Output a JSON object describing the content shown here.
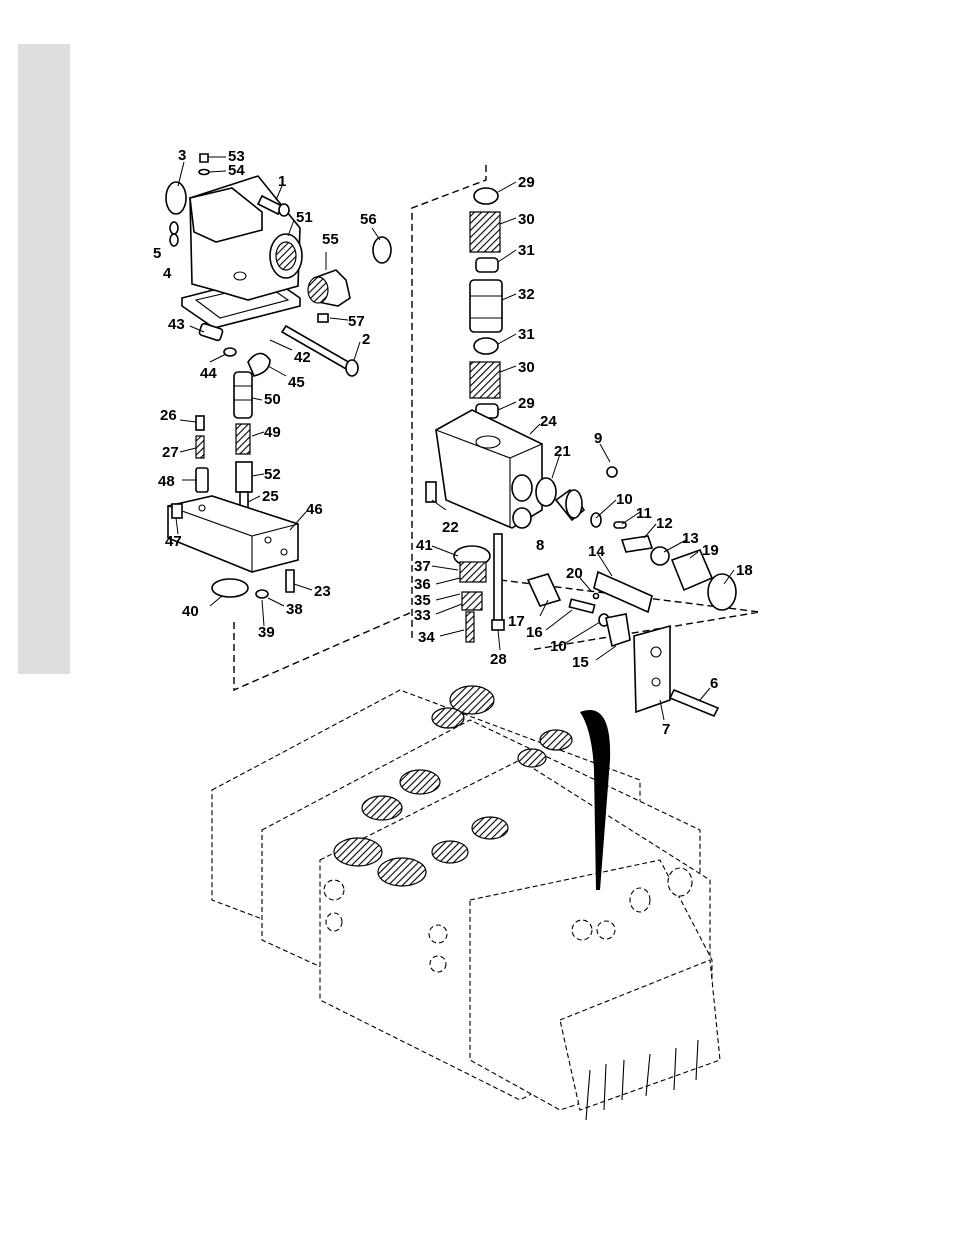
{
  "diagram": {
    "labels": {
      "p1": "1",
      "p2": "2",
      "p3": "3",
      "p4": "4",
      "p5": "5",
      "p6": "6",
      "p7": "7",
      "p8": "8",
      "p9": "9",
      "p10a": "10",
      "p10b": "10",
      "p11": "11",
      "p12": "12",
      "p13": "13",
      "p14": "14",
      "p15": "15",
      "p16": "16",
      "p17": "17",
      "p18": "18",
      "p19": "19",
      "p20": "20",
      "p21": "21",
      "p22": "22",
      "p23": "23",
      "p24": "24",
      "p25": "25",
      "p26": "26",
      "p27": "27",
      "p28": "28",
      "p29a": "29",
      "p29b": "29",
      "p30a": "30",
      "p30b": "30",
      "p31a": "31",
      "p31b": "31",
      "p32": "32",
      "p33": "33",
      "p34": "34",
      "p35": "35",
      "p36": "36",
      "p37": "37",
      "p38": "38",
      "p39": "39",
      "p40": "40",
      "p41": "41",
      "p42": "42",
      "p43": "43",
      "p44": "44",
      "p45": "45",
      "p46": "46",
      "p47": "47",
      "p48": "48",
      "p49": "49",
      "p50": "50",
      "p51": "51",
      "p52": "52",
      "p53": "53",
      "p54": "54",
      "p55": "55",
      "p56": "56",
      "p57": "57"
    }
  }
}
